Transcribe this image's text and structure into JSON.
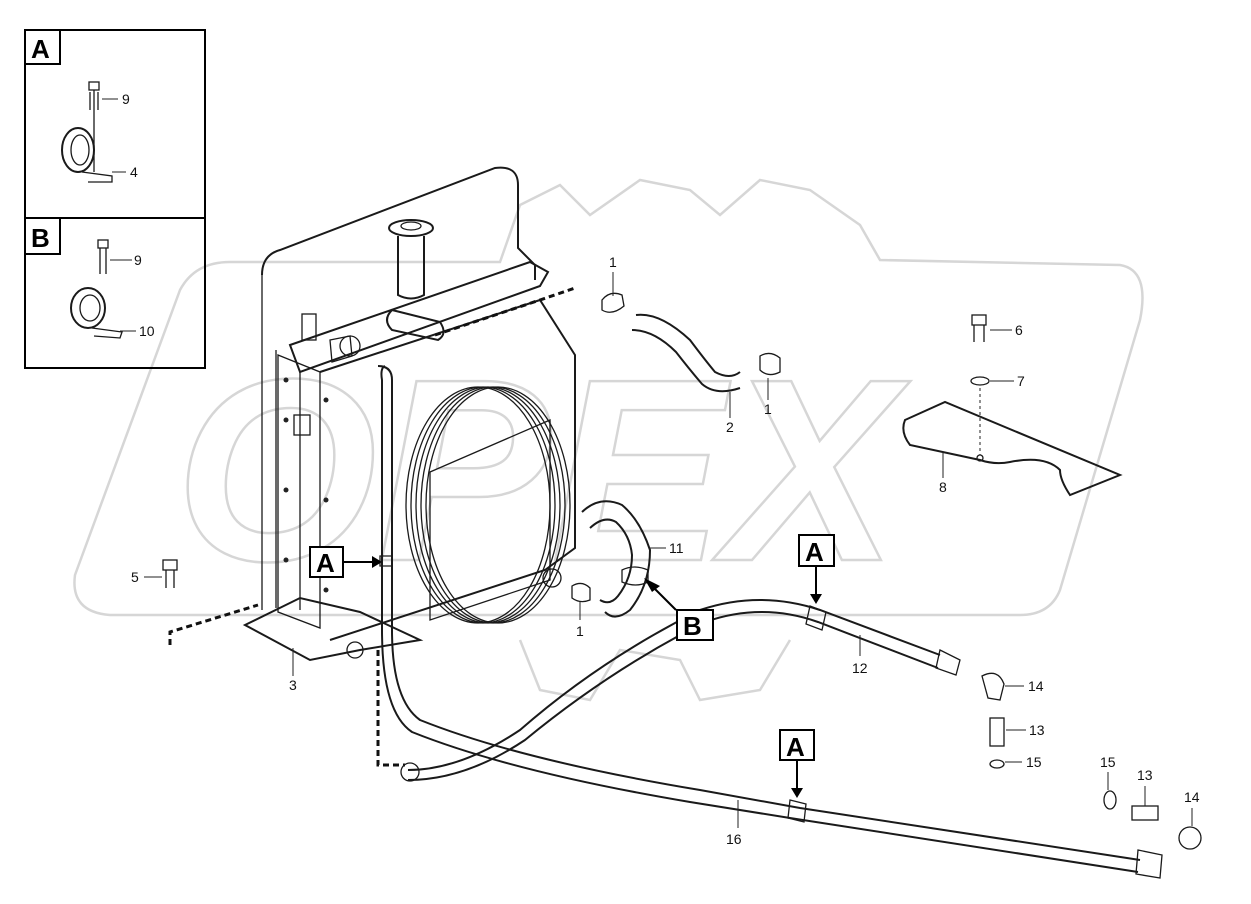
{
  "watermark": {
    "text": "OPEX"
  },
  "detail_views": [
    {
      "id": "detail-a",
      "label": "A",
      "callouts": [
        "9",
        "4"
      ]
    },
    {
      "id": "detail-b",
      "label": "B",
      "callouts": [
        "9",
        "10"
      ]
    }
  ],
  "view_markers": [
    "A",
    "B",
    "A",
    "A"
  ],
  "callouts": {
    "c1_top": "1",
    "c1_mid": "1",
    "c1_low": "1",
    "c2": "2",
    "c3": "3",
    "c5": "5",
    "c6": "6",
    "c7": "7",
    "c8": "8",
    "c11": "11",
    "c12": "12",
    "c13_a": "13",
    "c13_b": "13",
    "c14_a": "14",
    "c14_b": "14",
    "c15_a": "15",
    "c15_b": "15",
    "c16": "16"
  }
}
